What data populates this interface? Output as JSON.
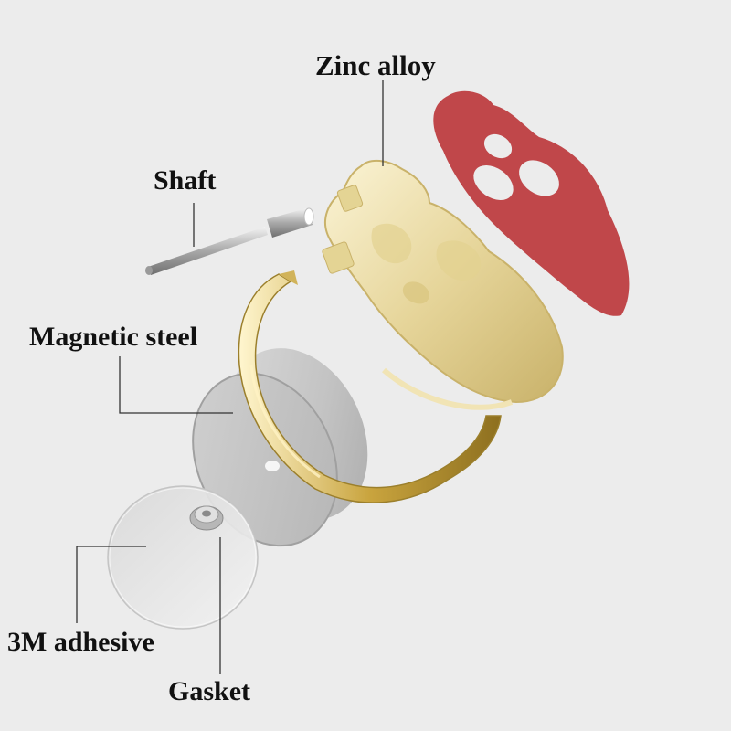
{
  "labels": {
    "zinc_alloy": "Zinc alloy",
    "shaft": "Shaft",
    "magnetic_steel": "Magnetic steel",
    "adhesive": "3M adhesive",
    "gasket": "Gasket"
  },
  "colors": {
    "background": "#ececec",
    "gold": "#e8d9a2",
    "red_adhesive": "#c0474a",
    "steel": "#c9c9c9",
    "leader_line": "#333333"
  }
}
